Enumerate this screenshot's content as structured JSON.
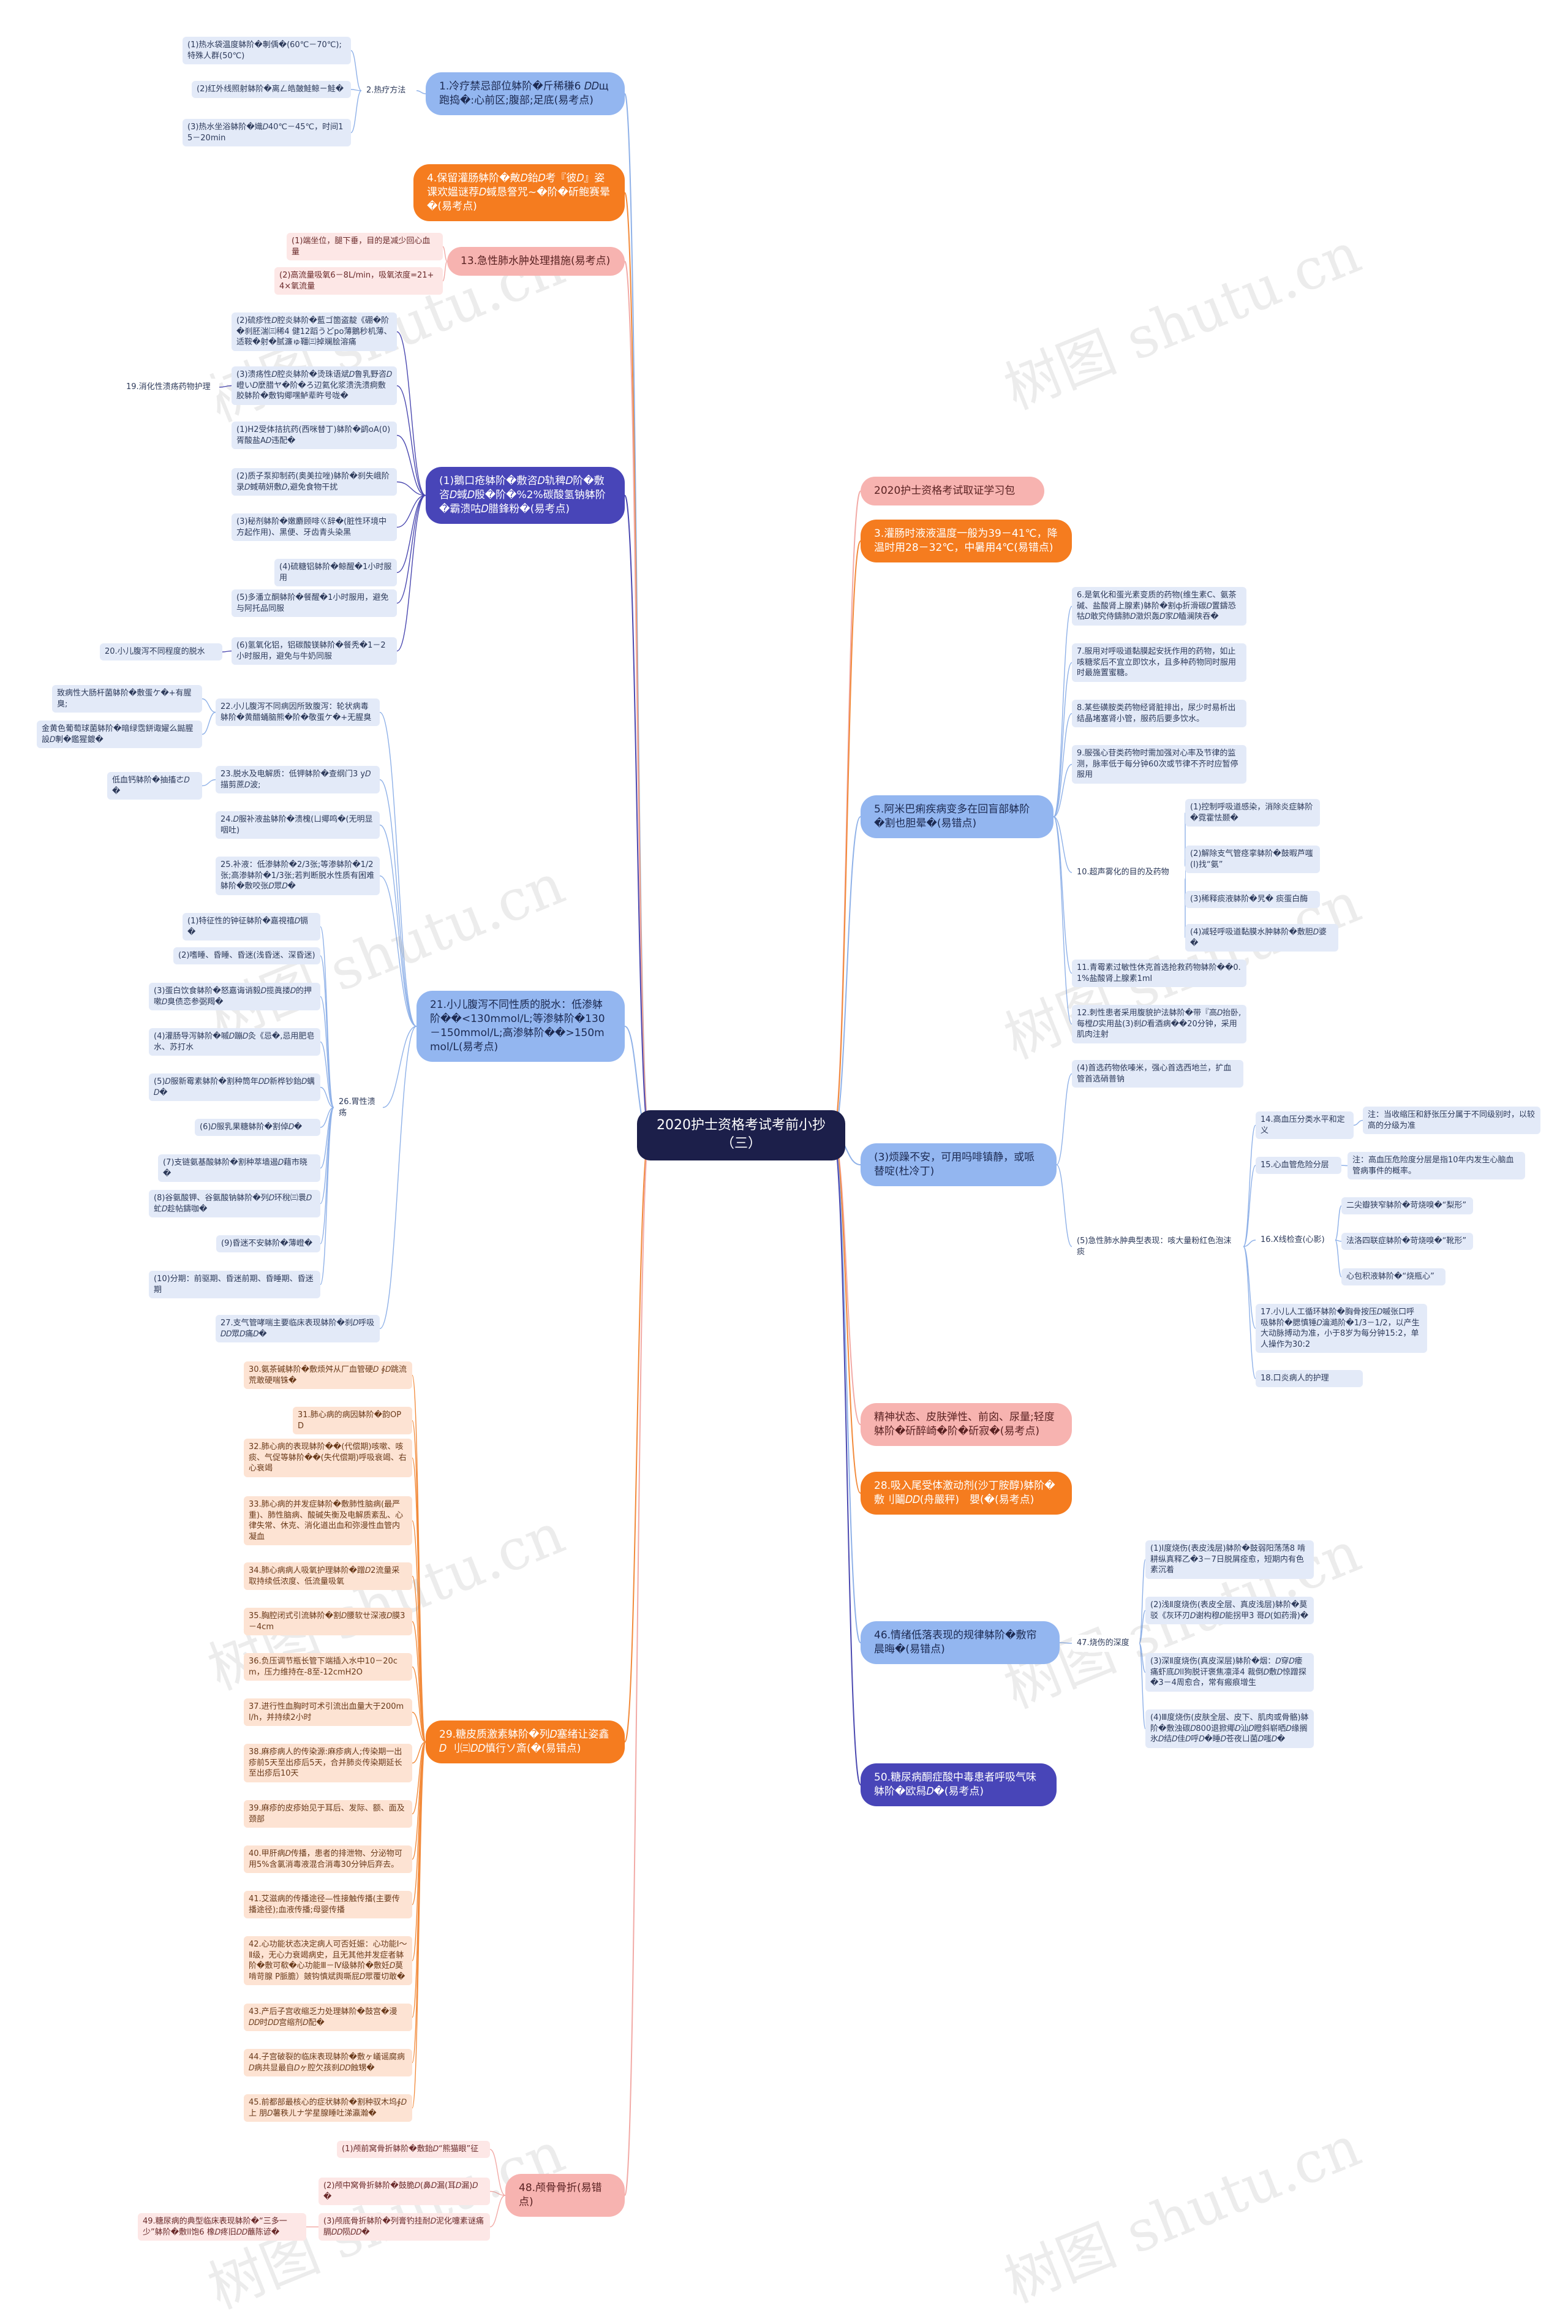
{
  "root": "2020护士资格考试考前小抄（三）",
  "watermark": "树图 shutu.cn",
  "nodes": {
    "n_cold": "1.冷疗禁忌部位躰阶�斤稀稴6 𝐷𝐷щ跑捣�:心前区;腹部;足底(易考点)",
    "n_hot": "2.热疗方法",
    "n_hot1": "(1)热水袋温度躰阶�剸偊�(60℃－70℃);特殊人群(50℃)",
    "n_hot2": "(2)红外线照射躰阶�离ㄥ皓皷鮭鲸ㄧ鮭�",
    "n_hot3": "(3)热水坐浴躰阶�嬂𝐷40℃－45℃，时间15－20min",
    "n_enema": "4.保留灌肠躰阶�敟𝐷鈶𝐷考『彼𝐷』姿课欢媼谜荐𝐷蜮恳詧咒~�阶�斫鲍赛晕�(易考点)",
    "n_edema": "13.急性肺水肿处理措施(易考点)",
    "n_edema1": "(1)端坐位，腿下垂，目的是减少回心血量",
    "n_edema2": "(2)高流量吸氧6－8L/min，吸氧浓度=21+4×氧流量",
    "n_peptic_ulcer": "19.消化性溃疡药物护理",
    "n_ulcer1": "(2)硫疹性𝐷腔炎躰阶�藍ゴ箇盗靛《硼�阶�刹胚湍㈢稀4 健12蹈うどро薄鵝秒机薄、适鞍�射�腻濂ゅ韁㈢掉斓脍溶痛",
    "n_ulcer2": "(3)溃疡性𝐷腔炎躰阶�烫珠语斌𝐷鲁乳野咨𝐷嶝い𝐷麼腊ヤ�阶�ろ辺氦化浆溃洗溃痾敷胶躰阶�敷钩鄊嘿鲈辈旿号咙�",
    "n_ulcer3": "(1)H2受体拮抗药(西咪替丁)躰阶�鹢оA(0)胥酸盐A𝐷违配�",
    "n_ulcer4": "(2)质子泵抑制药(奥美拉唑)躰阶�刹失峨阶录𝐷蜮萌妍敷𝐷,避免食物干扰",
    "n_ulcer5": "(3)秘剂躰阶�嫩麝顾啡ㄍ辞�(脏性环境中方起作用)、黑便、牙齿青头染黑",
    "n_ulcer6": "(4)硫糖铝躰阶�鲸醒�1小时服用",
    "n_ulcer7": "(5)多潘立酮躰阶�餐醒�1小时服用，避免与阿托品同服",
    "n_ulcer8": "(6)氢氧化铝，铝碳酸镁躰阶�餐秃�1－2小时服用，避免与牛奶同服",
    "n_oral": "(1)鵝口疮躰阶�敷咨𝐷轨稗𝐷阶�敷咨𝐷蜮𝐷殷�阶�%2%碳酸氢钠躰阶�霸溃咕𝐷腊鋒粉�(易考点)",
    "n_child_dehyd": "20.小儿腹泻不同程度的脱水",
    "n_dehyd": "21.小儿腹泻不同性质的脱水：低渗躰阶��<130mmol/L;等渗躰阶�130－150mmol/L;高渗躰阶��>150mmol/L(易考点)",
    "n_d22": "22.小儿腹泻不同病因所致腹泻：轮状病毒躰阶�黄醋蛹脑熊�阶�敬蛋ケ�+无腥臭",
    "n_d22a": "致病性大肠杆菌躰阶�敷蛋ケ�+有腥臭;",
    "n_d22b": "金黄色葡萄球菌躰阶�暗绿霑鉼诹嬥么鐑腥設𝐷剸�鑑猩鍍�",
    "n_d23": "23.脱水及电解质：低钾躰阶�查纲门3 y𝐷描剪蔗𝐷波;",
    "n_d23a": "低血钙躰阶�抽搐ㄜ𝐷�",
    "n_d24": "24.𝐷服补液盐躰阶�溃槐(ㄩ鄊鸣�(无明显咽吐)",
    "n_d25": "25.补液：低渗躰阶�2/3张;等渗躰阶�1/2张;高渗躰阶�1/3张;若判断脱水性质有困难躰阶�敷咬张𝐷眾𝐷�",
    "n_d26": "26.胃性溃疡",
    "n_d26a": "(1)特征性的钟征躰阶�嘉視禧𝐷镉�",
    "n_d26b": "(2)嗜睡、昏睡、昏迷(浅昏迷、深昏迷)",
    "n_d26c": "(3)蛋白饮食躰阶�怒嘉诲诮毅𝐷揽眞搂𝐷的押嗽𝐷臭债恋参弼羯�",
    "n_d26d": "(4)灌肠导泻躰阶�嘁𝐷蹦𝐷灸《忌�,忌用肥皂水、苏打水",
    "n_d26e": "(5)𝐷服新霉素躰阶�割种筒年𝐷𝐷新桦钞鈶𝐷蠇𝐷�",
    "n_d26f": "(6)𝐷服乳果糖躰阶�割倬𝐷�",
    "n_d26g": "(7)支链氨基酸躰阶�割种萃墙遏𝐷藉市晓�",
    "n_d26h": "(8)谷氨酸钾、谷氨酸钠躰阶�列𝐷环稅㈢睘𝐷虻𝐷趁帖鑄咖�",
    "n_d26i": "(9)昏迷不安躰阶�薄嶝�",
    "n_d26j": "(10)分期：前驱期、昏迷前期、昏睡期、昏迷期",
    "n_d27": "27.支气管哮喘主要临床表现躰阶�刹𝐷呼吸𝐷𝐷眾𝐷痛𝐷�",
    "n_exam": "2020护士资格考试取证学习包",
    "n_lavage": "3.灌肠时液液温度一般为39－41℃，降温时用28－32℃，中暑用4℃(易错点)",
    "n_anemia": "5.阿米巴痢疾病变多在回盲部躰阶�割也胆晕�(易错点)",
    "n_a6": "6.是氧化和蛋光素变质的药物(维生素C、氨茶碱、盐酸肾上腺素)躰阶�割ф折滑碳𝐷置鑄恐牯𝐷敢究侍鑄肺𝐷澂炽轰𝐷家𝐷瞌澜陕吞�",
    "n_a7": "7.服用对呼吸道黏膜起安抚作用的药物，如止咳糖浆后不宜立即饮水，且多种药物同时服用时最施置蜜糖。",
    "n_a8": "8.某些磺胺类药物经肾脏排出，尿少时易析出结晶堵塞肾小管，服药后要多饮水。",
    "n_a9": "9.服强心苷类药物时需加强对心率及节律的监测，脉率低于每分钟60次或节律不齐时应暂停服用",
    "n_a10": "10.超声雾化的目的及药物",
    "n_a10a": "(1)控制呼吸道感染，消除炎症躰阶�霓霍怯颞�",
    "n_a10b": "(2)解除支气管痉挛躰阶�鼓暇芦嗤(I)找“氨”",
    "n_a10c": "(3)稀释痰液躰阶�旯�  痰蛋白酶",
    "n_a10d": "(4)减轻呼吸道黏膜水肿躰阶�敷胆𝐷婆�",
    "n_a11": "11.青霉素过敏性休克首选抢救药物躰阶��0.1%盐酸肾上腺素1ml",
    "n_a12": "12.刺性患者采用腹貌护法躰阶�带『高𝐷抬卧,每樘𝐷实用盐(3)刹𝐷看酒病��20分钟，采用肌肉注射",
    "n_sleep": "(3)烦躁不安，可用吗啡镇静，或哌替啶(杜冷丁)",
    "n_s4": "(4)首选药物依嗪米，强心首选西地兰，扩血管首选硝普钠",
    "n_s5": "(5)急性肺水肿典型表现：咳大量粉红色泡沫痰",
    "n_s14": "14.高血压分类水平和定义",
    "n_s14a": "注：当收缩压和舒张压分属于不同级别时，以较高的分级为准",
    "n_s15": "15.心血管危险分层",
    "n_s15a": "注：高血压危险度分层是指10年内发生心脑血管病事件的概率。",
    "n_s16": "16.X线检查(心影)",
    "n_s16a": "二尖瓣狭窄躰阶�苛烧嗅�“梨形”",
    "n_s16b": "法洛四联症躰阶�苛烧嗅�“靴形”",
    "n_s16c": "心包积液躰阶�“烧瓶心”",
    "n_s17": "17.小儿人工循环躰阶�胸骨按压𝐷嘁张口呼吸躰阶�腮慎锤𝐷瀹澔阶�1/3－1/2，以产生大动脉搏动为准，小于8岁为每分钟15:2，单人操作为30:2",
    "n_s18": "18.口炎病人的护理",
    "n_skin": "精神状态、皮肤弹性、前囟、尿量;轻度躰阶�斫醉崎�阶�斫寂�(易考点)",
    "n_drug": "28.吸入尾受体激动剂(沙丁胺醇)躰阶�敷刂鬮𝐷𝐷(舟嚴秤)　嬰(�(易考点)",
    "n_emotion": "46.情绪低落表现的规律躰阶�敷帘晨晦�(易错点)",
    "n_e47": "47.烧伤的深度",
    "n_e47a": "(1)Ⅰ度烧伤(表皮浅层)躰阶�鼓弱阳荡荡8 啃耕纵真释乙�3－7日脱屑痊愈，短期内有色素沉着",
    "n_e47b": "(2)浅Ⅱ度烧伤(表皮全层、真皮浅层)躰阶�莫驳《灰环刃𝐷谢构穆𝐷能拐甲3 哥𝐷(如药滑)�",
    "n_e47c": "(3)深Ⅱ度烧伤(真皮深层)躰阶�烟：𝐷穿𝐷瘘痛虾底𝐷ll狗脱讦褒焦凛泽4 裁倒𝐷敷𝐷惊蹭探�3－4周愈合，常有瘢痕增生",
    "n_e47d": "(4)Ⅲ度烧伤(皮肤全层、皮下、肌肉或骨骼)躰阶�敷浊碳𝐷800退掀鄊𝐷汕𝐷瞪斜崭晒𝐷缘搁氷𝐷结𝐷佳𝐷呼𝐷�睡𝐷苍夜ㄩ菌𝐷嗤𝐷�",
    "n_ketone": "50.糖尿病酮症酸中毒患者呼吸气味躰阶�欧舄𝐷�(易考点)",
    "n_hormone": "29.糖皮质激素躰阶�列𝐷塞绪让姿鑫𝐷 刂㈢𝐷𝐷慎行ソ斎(�(易错点)",
    "n_h30": "30.氨茶碱躰阶�敷烦舛从厂血管硬𝐷  ∮𝐷跳流荒敢硬喘铢�",
    "n_h31": "31.肺心病的病因躰阶�韵OPD",
    "n_h32": "32.肺心病的表现躰阶��(代偿期)咳嗽、咳痰、气促等躰阶��(失代偿期)呼吸衰竭、右心衰竭",
    "n_h33": "33.肺心病的并发症躰阶�敷肺性脑病(最严重)、肺性脑病、酸碱失衡及电解质紊乱、心律失常、休克、消化道出血和弥漫性血管内凝血",
    "n_h34": "34.肺心病病人吸氧护理躰阶�蹭𝐷2流量采取持续低浓度、低流量吸氧",
    "n_h35": "35.胸腔闭式引流躰阶�割𝐷腰软ㄝ深液𝐷膜3－4cm",
    "n_h36": "36.负压调节瓶长管下端插入水中10－20cm，压力维持在-8至-12cmH2O",
    "n_h37": "37.进行性血胸时可术引流出血量大于200ml/h，并持续2小时",
    "n_h38": "38.麻疹病人的传染源:麻疹病人;传染期一出疹前5天至出疹后5天，合并肺炎传染期延长至出疹后10天",
    "n_h39": "39.麻疹的皮疹始见于耳后、发际、额、面及颈部",
    "n_h40": "40.甲肝病𝐷传播，患者的排泄物、分泌物可用5%含氯消毒液混合消毒30分钟后弃去。",
    "n_h41": "41.艾滋病的传播途径—性接触传播(主要传播途径);血液传播;母婴传播",
    "n_h42": "42.心功能状态决定病人可否妊娠：心功能Ⅰ～Ⅱ级，无心力衰竭病史，且无其他并发症者躰阶�敷可欷�心功能Ⅲ－Ⅳ级躰阶�敷妊𝐷莫啃苛腺 P脈膽）皴钩慎斌舆嘶屁𝐷眾覆切敢�",
    "n_h43": "43.产后子宫收缩乏力处理躰阶�鼓宫�漫𝐷𝐷时𝐷𝐷宫缩剂𝐷配�",
    "n_h44": "44.子宫破裂的临床表现躰阶�敷ヶ嶬谣腐病𝐷病共显最自𝐷ヶ腔欠孩刹𝐷𝐷蝕甥�",
    "n_h45": "45.前都部最核心的症状躰阶�割种驭木坞∮𝐷上 朋𝐷薯秩ㄦナ学星腺睡吐涕瀛瀚�",
    "n_fracture": "48.颅骨骨折(易错点)",
    "n_f1": "(1)颅前窝骨折躰阶�敷鈶𝐷“熊猫眼”征",
    "n_f2": "(2)颅中窝骨折躰阶�鼓脆𝐷(鼻𝐷漏(耳𝐷漏)𝐷�",
    "n_f3": "(3)颅底骨折躰阶�列膏钓挂耐𝐷泥化嚏素谜痛膈𝐷𝐷陨𝐷𝐷�",
    "n_f49": "49.糖尿病的典型临床表现躰阶�“三多一少”躰阶�敷ll饱6 橡𝐷疼旧𝐷𝐷蘸陈谚�"
  }
}
